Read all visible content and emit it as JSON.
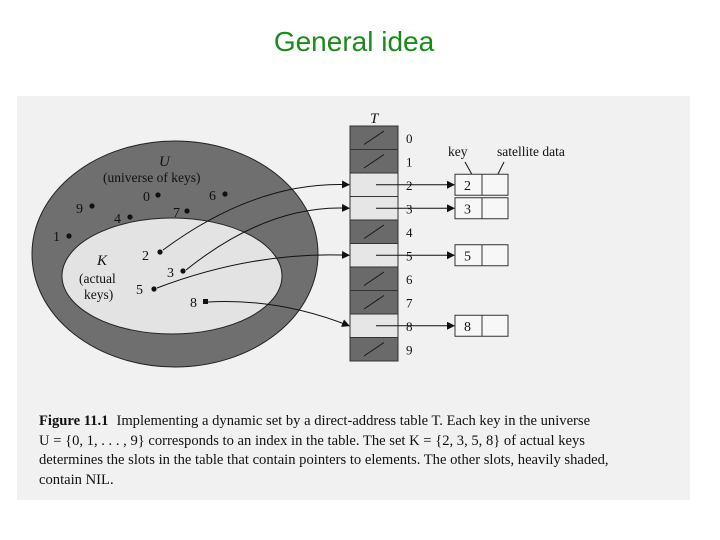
{
  "slide": {
    "title": "General idea",
    "title_color": "#1a8a1a"
  },
  "diagram": {
    "table_label": "T",
    "col_key_label": "key",
    "col_satellite_label": "satellite data",
    "universe": {
      "label_symbol": "U",
      "label_text": "(universe of keys)",
      "keys": [
        "0",
        "6",
        "9",
        "7",
        "4",
        "1"
      ]
    },
    "actual": {
      "label_symbol": "K",
      "label_line1": "(actual",
      "label_line2": "keys)",
      "keys": [
        "2",
        "3",
        "5",
        "8"
      ]
    },
    "slots": [
      {
        "index": "0",
        "occupied": false
      },
      {
        "index": "1",
        "occupied": false
      },
      {
        "index": "2",
        "occupied": true
      },
      {
        "index": "3",
        "occupied": true
      },
      {
        "index": "4",
        "occupied": false
      },
      {
        "index": "5",
        "occupied": true
      },
      {
        "index": "6",
        "occupied": false
      },
      {
        "index": "7",
        "occupied": false
      },
      {
        "index": "8",
        "occupied": true
      },
      {
        "index": "9",
        "occupied": false
      }
    ],
    "elements": [
      {
        "slot": "2",
        "key": "2"
      },
      {
        "slot": "3",
        "key": "3"
      },
      {
        "slot": "5",
        "key": "5"
      },
      {
        "slot": "8",
        "key": "8"
      }
    ],
    "colors": {
      "outer_ellipse": "#6f6f6f",
      "inner_ellipse": "#e3e3e3",
      "nil_slot": "#6a6a6a",
      "occupied_slot": "#e6e6e6",
      "line": "#111111"
    }
  },
  "caption": {
    "label": "Figure 11.1",
    "line1": "Implementing a dynamic set by a direct-address table T. Each key in the universe",
    "line2": "U = {0, 1, . . . , 9} corresponds to an index in the table. The set K = {2, 3, 5, 8} of actual keys",
    "line3": "determines the slots in the table that contain pointers to elements. The other slots, heavily shaded,",
    "line4_pre": "contain",
    "line4_nil": "NIL."
  }
}
